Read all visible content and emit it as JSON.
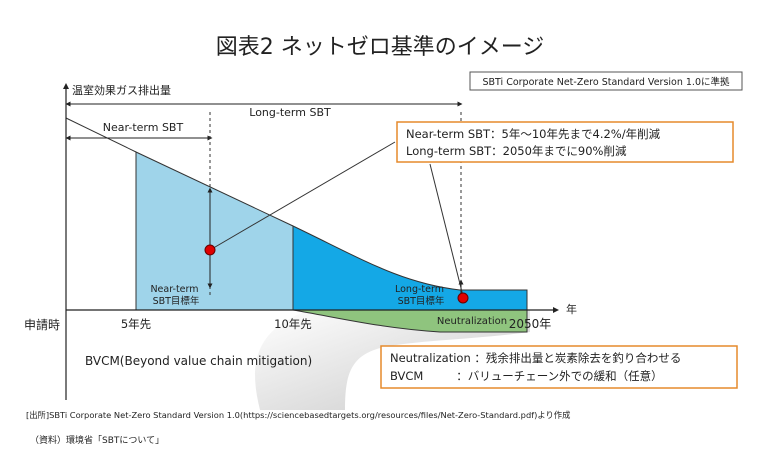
{
  "title": "図表2 ネットゼロ基準のイメージ",
  "standard_badge": "SBTi Corporate Net-Zero Standard Version 1.0に準拠",
  "y_axis_label": "温室効果ガス排出量",
  "x_axis_label": "年",
  "long_term_span_label": "Long-term SBT",
  "near_term_span_label": "Near-term SBT",
  "x_ticks": [
    "申請時",
    "5年先",
    "10年先",
    "2050年"
  ],
  "near_term_target_label": [
    "Near-term",
    "SBT目標年"
  ],
  "long_term_target_label": [
    "Long-term",
    "SBT目標年"
  ],
  "neutralization_label": "Neutralization",
  "bvcm_label": "BVCM(Beyond value chain mitigation)",
  "callout_top": {
    "line1": "Near-term SBT：5年～10年先まで4.2%/年削減",
    "line2": "Long-term SBT：2050年までに90%削減"
  },
  "callout_bottom": {
    "line1": "Neutralization ：残余排出量と炭素除去を釣り合わせる",
    "line2": "BVCM         ：バリューチェーン外での緩和（任意）"
  },
  "source_note": "[出所]SBTi Corporate Net-Zero Standard Version 1.0(https://sciencebasedtargets.org/resources/files/Net-Zero-Standard.pdf)より作成",
  "data_note": "（資料）環境省「SBTについて」",
  "colors": {
    "near_term_area": "#9fd4ea",
    "long_term_area": "#14a8e6",
    "neutralization_area": "#8fc47e",
    "callout_border": "#e58a2c",
    "marker": "#e00000"
  }
}
